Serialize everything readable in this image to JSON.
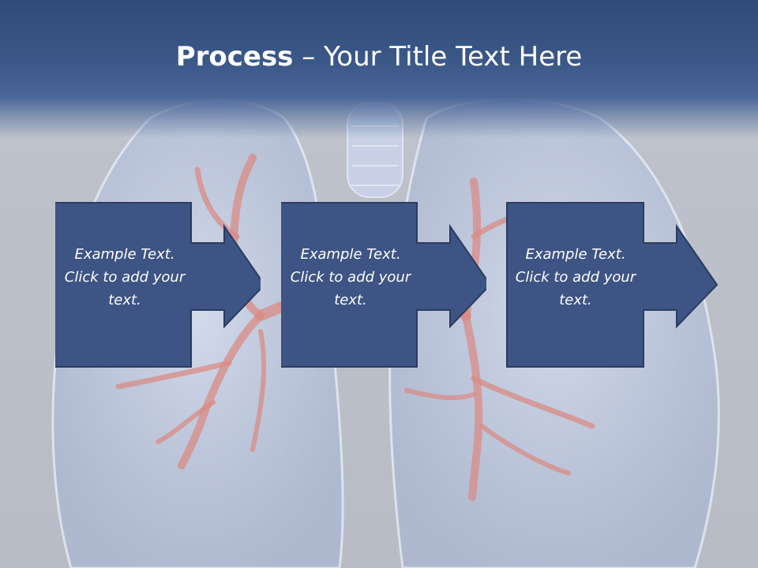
{
  "slide": {
    "title_bold": "Process",
    "title_rest": " – Your Title Text Here"
  },
  "steps": [
    {
      "text": "Example Text. Click  to add your text."
    },
    {
      "text": "Example Text. Click  to add your text."
    },
    {
      "text": "Example Text. Click  to add your text."
    }
  ],
  "colors": {
    "title_band": "#3b5888",
    "box_fill": "#3d5484",
    "box_border": "#2a3c60",
    "text": "#ffffff"
  }
}
